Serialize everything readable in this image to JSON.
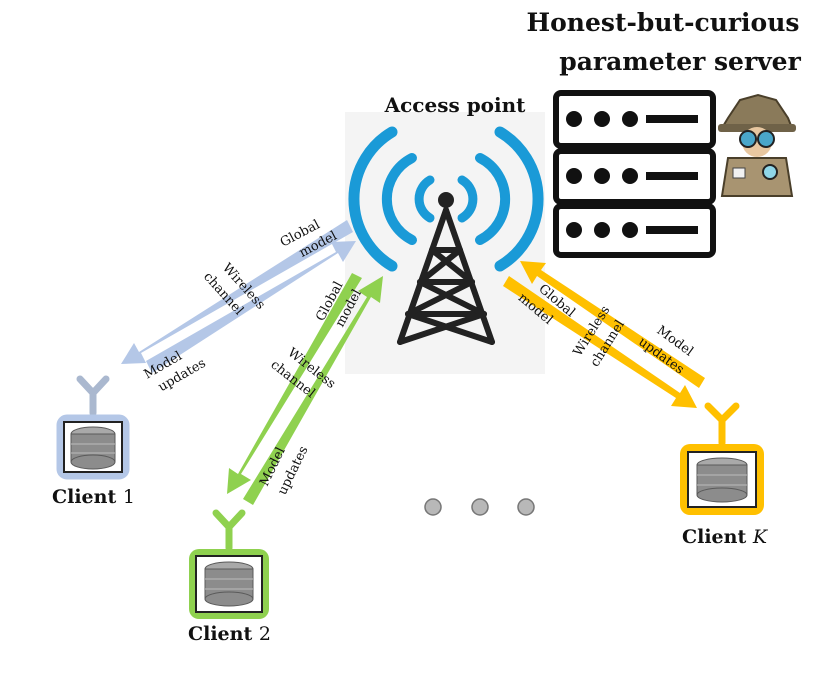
{
  "server": {
    "title_line1": "Honest-but-curious",
    "title_line2": "parameter server"
  },
  "access_point": {
    "label": "Access point"
  },
  "links": {
    "client1": {
      "global": [
        "Global",
        "model"
      ],
      "wireless": [
        "Wireless",
        "channel"
      ],
      "updates": [
        "Model",
        "updates"
      ]
    },
    "client2": {
      "global": [
        "Global",
        "model"
      ],
      "wireless": [
        "Wireless",
        "channel"
      ],
      "updates": [
        "Model",
        "updates"
      ]
    },
    "clientK": {
      "global": [
        "Global",
        "model"
      ],
      "wireless": [
        "Wireless",
        "channel"
      ],
      "updates": [
        "Model",
        "updates"
      ]
    }
  },
  "clients": [
    {
      "name": "Client",
      "index": "1",
      "color": "#b4c7e7"
    },
    {
      "name": "Client",
      "index": "2",
      "color": "#8fd14f"
    },
    {
      "name": "Client",
      "index": "K",
      "color": "#ffc000"
    }
  ],
  "ellipsis": "• • •",
  "colors": {
    "wifi": "#1a9ad7",
    "tower": "#222222",
    "client1": "#b4c7e7",
    "client2": "#8fd14f",
    "clientK": "#ffc000",
    "server": "#111111",
    "dots": "#b8b8b8"
  }
}
